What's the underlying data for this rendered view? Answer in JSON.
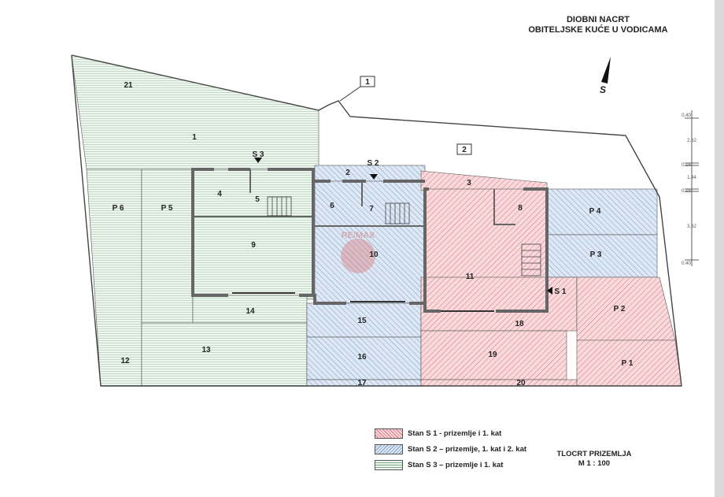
{
  "title": {
    "line1": "DIOBNI NACRT",
    "line2": "OBITELJSKE KUĆE U VODICAMA"
  },
  "north_arrow": {
    "label": "S"
  },
  "dimensions": [
    "0.40",
    "2.62",
    "0.15",
    "1.44",
    "0.15",
    "3.62",
    "0.40"
  ],
  "rooms": {
    "r1": "1",
    "r2": "2",
    "r3": "3",
    "r4": "4",
    "r5": "5",
    "r6": "6",
    "r7": "7",
    "r8": "8",
    "r9": "9",
    "r10": "10",
    "r11": "11",
    "r12": "12",
    "r13": "13",
    "r14": "14",
    "r15": "15",
    "r16": "16",
    "r17": "17",
    "r18": "18",
    "r19": "19",
    "r20": "20",
    "r21": "21",
    "p1": "P 1",
    "p2": "P 2",
    "p3": "P 3",
    "p4": "P 4",
    "p5": "P 5",
    "p6": "P 6",
    "callout": "1"
  },
  "entrances": {
    "s1": "S 1",
    "s2": "S 2",
    "s3": "S 3"
  },
  "legend": [
    {
      "label": "Stan S 1 - prizemlje i 1. kat",
      "color": "#f2b8bd"
    },
    {
      "label": "Stan S 2 – prizemlje, 1. kat i 2. kat",
      "color": "#b9cde6"
    },
    {
      "label": "Stan S 3 – prizemlje i 1. kat",
      "color": "#cfe6d3"
    }
  ],
  "plan": {
    "title": "TLOCRT PRIZEMLJA",
    "scale": "M 1 : 100"
  },
  "watermark": "RE/MAX"
}
